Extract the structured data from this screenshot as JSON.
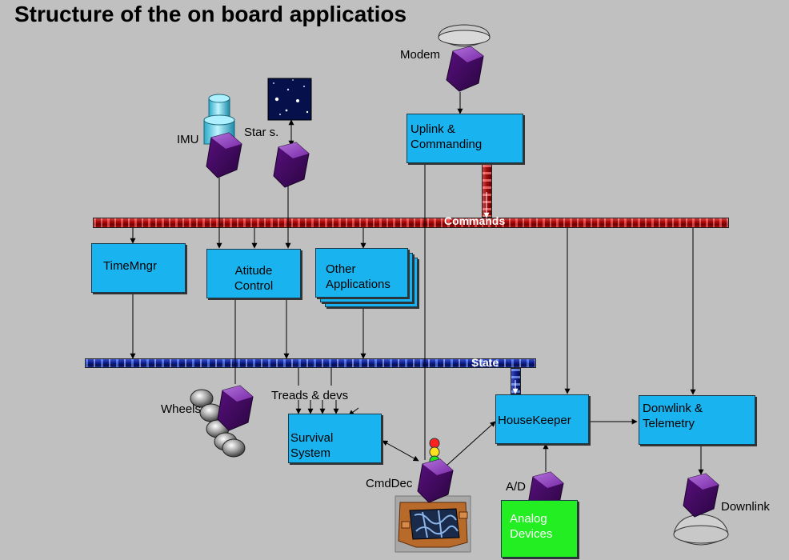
{
  "title": "Structure of the on board applicatios",
  "labels": {
    "modem": "Modem",
    "imu": "IMU",
    "star_sensor": "Star s.",
    "wheels": "Wheels",
    "treads": "Treads & devs",
    "cmddec": "CmdDec",
    "ad": "A/D",
    "downlink": "Downlink"
  },
  "buses": {
    "commands": "Commands",
    "state": "State"
  },
  "boxes": {
    "uplink": [
      "Uplink &",
      "Commanding"
    ],
    "timemngr": [
      "TimeMngr"
    ],
    "attitude": [
      "Atitude",
      "Control"
    ],
    "other": [
      "Other",
      "Applications"
    ],
    "survival": [
      "Survival",
      "System"
    ],
    "housekeeper": [
      "HouseKeeper"
    ],
    "downlink_telemetry": [
      "Donwlink &",
      "Telemetry"
    ],
    "analog": [
      "Analog",
      "Devices"
    ]
  },
  "colors": {
    "box_fill": "#19b4f0",
    "analog_fill": "#22ee22",
    "cube": "#6a1a8a",
    "background": "#c0c0c0"
  }
}
